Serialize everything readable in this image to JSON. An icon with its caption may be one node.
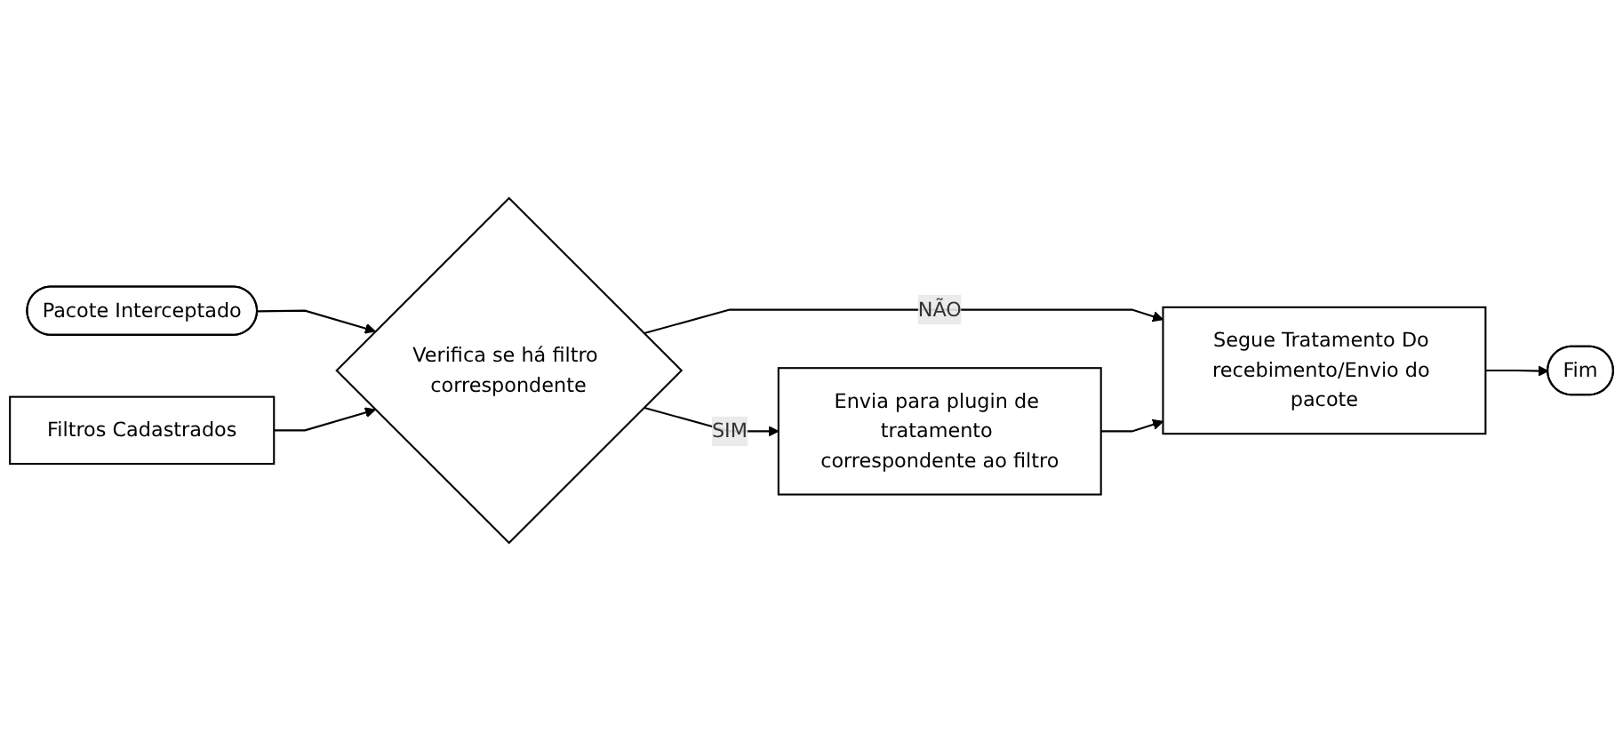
{
  "diagram": {
    "nodes": [
      {
        "text": [
          "Pacote Interceptado"
        ]
      },
      {
        "text": [
          "Filtros Cadastrados"
        ]
      },
      {
        "text": [
          "Verifica se há filtro correspondente"
        ]
      },
      {
        "text": [
          "Segue Tratamento Do recebimento/Envio do pacote"
        ]
      },
      {
        "text": [
          "Fim"
        ]
      },
      {
        "text": [
          "Envia para plugin de tratamento correspondente ao filtro"
        ]
      }
    ],
    "edges": [
      {
        "from": 0,
        "to": 2,
        "arrow": "to"
      },
      {
        "from": 1,
        "to": 2,
        "arrow": "to"
      },
      {
        "from": 2,
        "to": 3,
        "arrow": "to",
        "label": "NÃO"
      },
      {
        "from": 3,
        "to": 4,
        "arrow": "to"
      },
      {
        "from": 2,
        "to": 5,
        "arrow": "to",
        "label": "SIM"
      },
      {
        "from": 5,
        "to": 3,
        "arrow": "to"
      }
    ]
  }
}
